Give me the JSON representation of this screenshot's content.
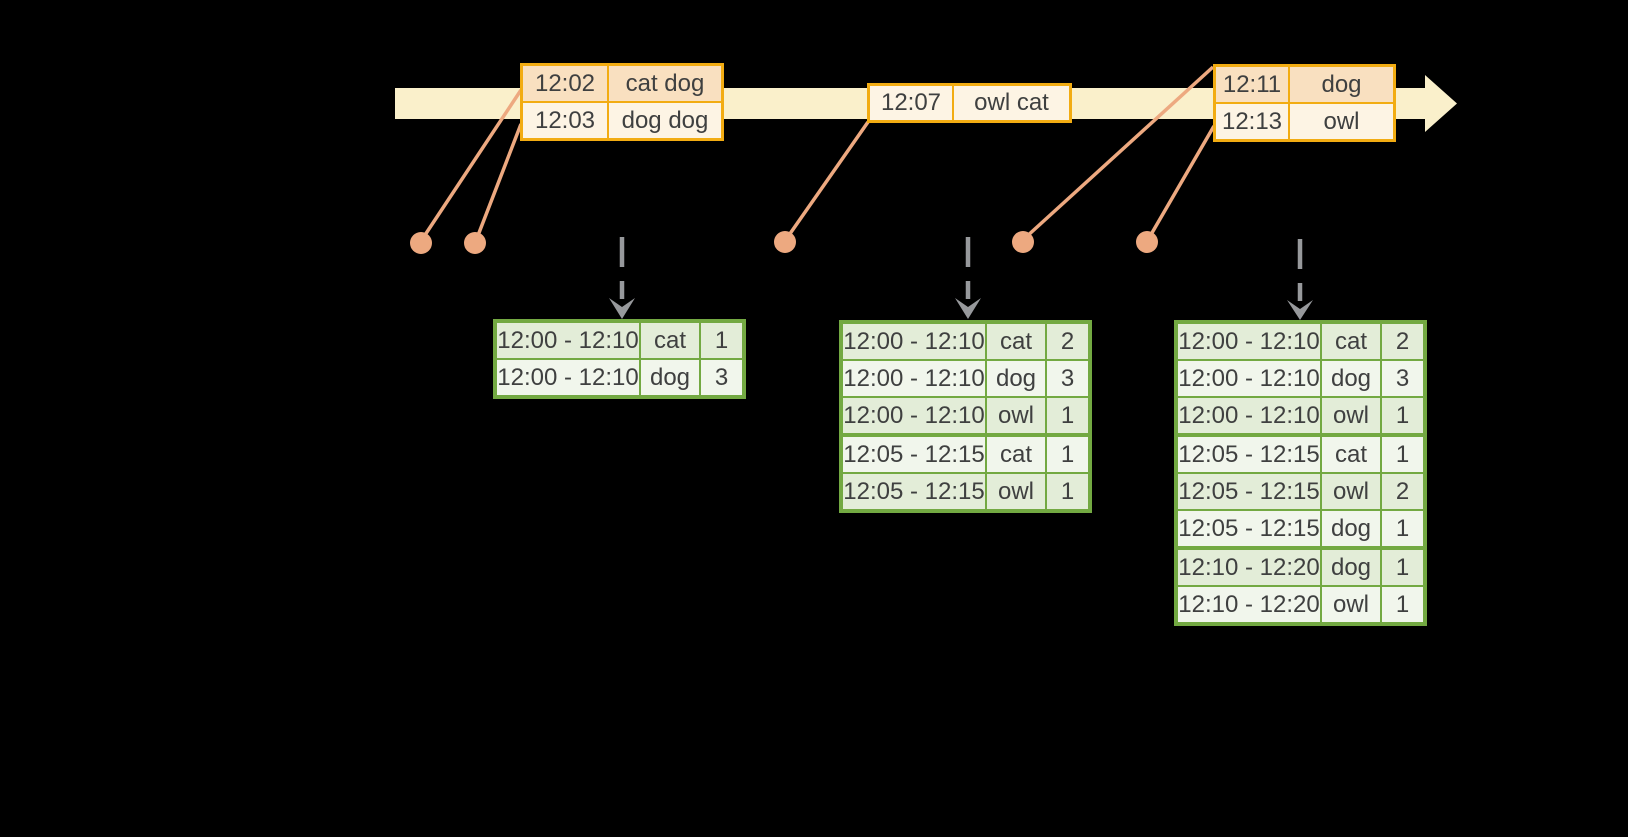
{
  "diagram": {
    "kind": "windowed-aggregation-timeline",
    "colors": {
      "background": "#000000",
      "timeline_fill": "#faf0cb",
      "event_table_border": "#f2ac12",
      "event_row_peach": "#f9e0c0",
      "event_row_cream": "#fdf4e4",
      "connector_salmon": "#eda980",
      "result_table_border": "#73a942",
      "result_row_dark": "#e3edd8",
      "result_row_light": "#f1f6ec",
      "trigger_arrow_gray": "#97999c",
      "text": "#3f4040"
    },
    "icons": {
      "timeline": "right-arrow",
      "connector": "dot",
      "trigger": "dashed-down-arrow"
    }
  },
  "event_tables": [
    {
      "rows": [
        {
          "time": "12:02",
          "words": "cat dog"
        },
        {
          "time": "12:03",
          "words": "dog dog"
        }
      ]
    },
    {
      "rows": [
        {
          "time": "12:07",
          "words": "owl cat"
        }
      ]
    },
    {
      "rows": [
        {
          "time": "12:11",
          "words": "dog"
        },
        {
          "time": "12:13",
          "words": "owl"
        }
      ]
    }
  ],
  "result_tables": [
    {
      "rows": [
        {
          "window": "12:00 - 12:10",
          "word": "cat",
          "count": "1"
        },
        {
          "window": "12:00 - 12:10",
          "word": "dog",
          "count": "3"
        }
      ]
    },
    {
      "rows": [
        {
          "window": "12:00 - 12:10",
          "word": "cat",
          "count": "2"
        },
        {
          "window": "12:00 - 12:10",
          "word": "dog",
          "count": "3"
        },
        {
          "window": "12:00 - 12:10",
          "word": "owl",
          "count": "1"
        },
        {
          "window": "12:05 - 12:15",
          "word": "cat",
          "count": "1"
        },
        {
          "window": "12:05 - 12:15",
          "word": "owl",
          "count": "1"
        }
      ]
    },
    {
      "rows": [
        {
          "window": "12:00 - 12:10",
          "word": "cat",
          "count": "2"
        },
        {
          "window": "12:00 - 12:10",
          "word": "dog",
          "count": "3"
        },
        {
          "window": "12:00 - 12:10",
          "word": "owl",
          "count": "1"
        },
        {
          "window": "12:05 - 12:15",
          "word": "cat",
          "count": "1"
        },
        {
          "window": "12:05 - 12:15",
          "word": "owl",
          "count": "2"
        },
        {
          "window": "12:05 - 12:15",
          "word": "dog",
          "count": "1"
        },
        {
          "window": "12:10 - 12:20",
          "word": "dog",
          "count": "1"
        },
        {
          "window": "12:10 - 12:20",
          "word": "owl",
          "count": "1"
        }
      ]
    }
  ]
}
